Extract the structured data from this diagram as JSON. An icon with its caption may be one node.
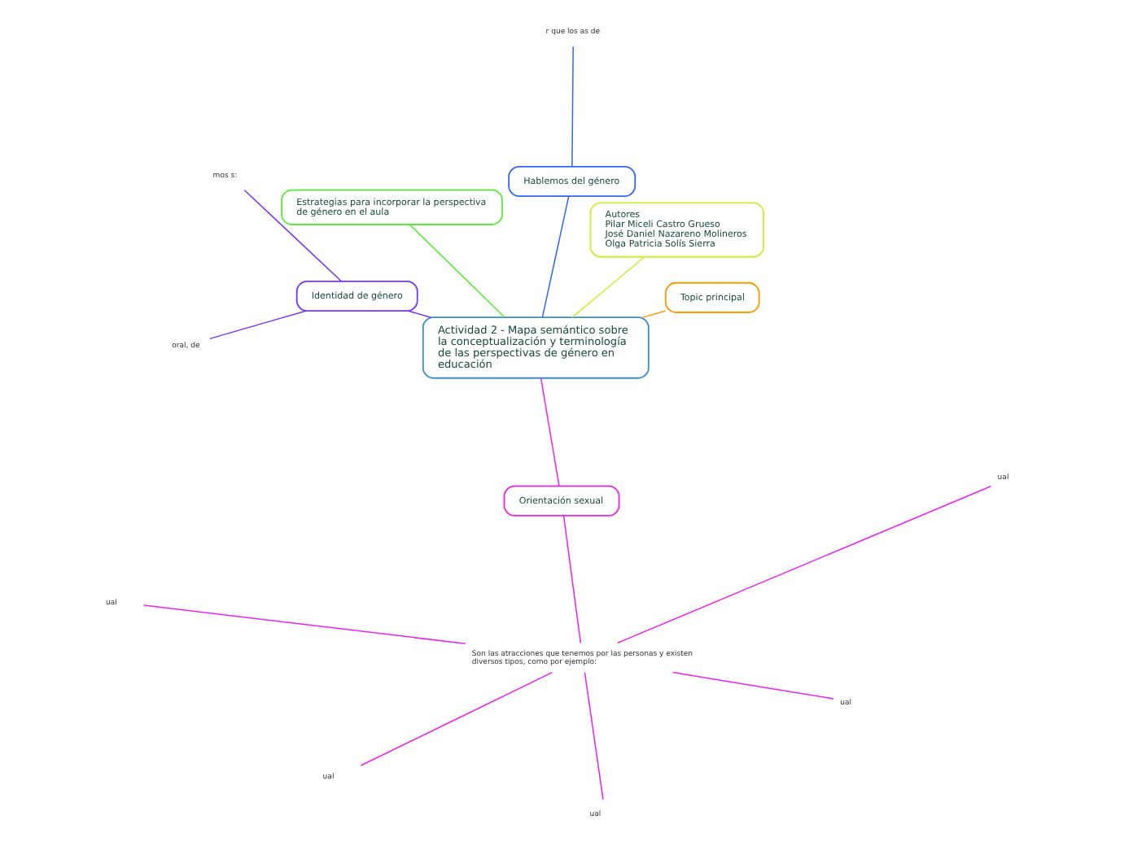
{
  "diagram": {
    "nodes": [
      {
        "text": [
          "Actividad 2 - Mapa semántico sobre la conceptualización y terminología de las perspectivas de género en educación"
        ]
      },
      {
        "text": [
          "Topic principal"
        ]
      },
      {
        "text": [
          "Autores",
          "Pilar Miceli Castro Grueso",
          "José Daniel Nazareno Molineros",
          "Olga Patricia Solís Sierra"
        ]
      },
      {
        "text": [
          "Hablemos del género"
        ]
      },
      {
        "text": [
          "r que los as de"
        ]
      },
      {
        "text": [
          "Estrategias para incorporar la perspectiva de género en el aula"
        ]
      },
      {
        "text": [
          "Identidad de género"
        ]
      },
      {
        "text": [
          "mos s:"
        ]
      },
      {
        "text": [
          "oral, de"
        ]
      },
      {
        "text": [
          "Orientación sexual"
        ]
      },
      {
        "text": [
          "Son las atracciones que tenemos por las personas y existen diversos tipos, como por ejemplo:"
        ]
      },
      {
        "text": [
          "ual"
        ]
      },
      {
        "text": [
          "ual"
        ]
      },
      {
        "text": [
          "ual"
        ]
      },
      {
        "text": [
          "ual"
        ]
      },
      {
        "text": [
          "ual"
        ]
      }
    ],
    "edges": [
      {
        "from": 0,
        "to": 1,
        "arrow": "none",
        "color": "#ff9900"
      },
      {
        "from": 0,
        "to": 2,
        "arrow": "none",
        "color": "#ccee33"
      },
      {
        "from": 0,
        "to": 3,
        "arrow": "none",
        "color": "#3366ff"
      },
      {
        "from": 3,
        "to": 4,
        "arrow": "none",
        "color": "#3366ff"
      },
      {
        "from": 0,
        "to": 5,
        "arrow": "none",
        "color": "#55ee33"
      },
      {
        "from": 0,
        "to": 6,
        "arrow": "none",
        "color": "#7733ff"
      },
      {
        "from": 6,
        "to": 7,
        "arrow": "none",
        "color": "#7733ff"
      },
      {
        "from": 6,
        "to": 8,
        "arrow": "none",
        "color": "#7733ff"
      },
      {
        "from": 0,
        "to": 9,
        "arrow": "none",
        "color": "#ee22ee"
      },
      {
        "from": 9,
        "to": 10,
        "arrow": "none",
        "color": "#ee22ee"
      },
      {
        "from": 10,
        "to": 11,
        "arrow": "none",
        "color": "#ee22ee"
      },
      {
        "from": 10,
        "to": 12,
        "arrow": "none",
        "color": "#ee22ee"
      },
      {
        "from": 10,
        "to": 13,
        "arrow": "none",
        "color": "#ee22ee"
      },
      {
        "from": 10,
        "to": 14,
        "arrow": "none",
        "color": "#ee22ee"
      },
      {
        "from": 10,
        "to": 15,
        "arrow": "none",
        "color": "#ee22ee"
      }
    ]
  }
}
